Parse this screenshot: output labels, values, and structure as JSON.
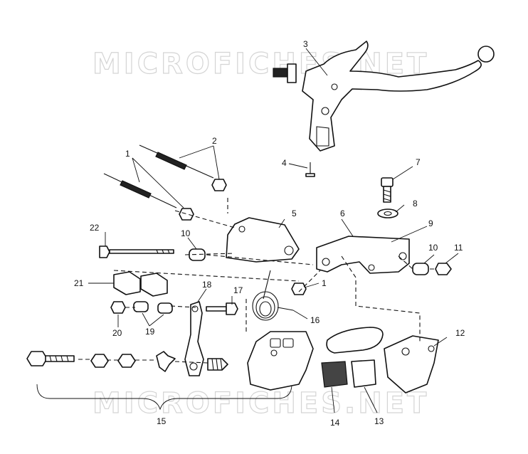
{
  "watermark": "MICROFICHES.NET",
  "callouts": {
    "c1a": "1",
    "c1b": "1",
    "c2": "2",
    "c3": "3",
    "c4": "4",
    "c5": "5",
    "c6": "6",
    "c7": "7",
    "c8": "8",
    "c9": "9",
    "c10a": "10",
    "c10b": "10",
    "c11": "11",
    "c12": "12",
    "c13": "13",
    "c14": "14",
    "c15": "15",
    "c16": "16",
    "c17": "17",
    "c18": "18",
    "c19": "19",
    "c20": "20",
    "c21": "21",
    "c22": "22"
  }
}
